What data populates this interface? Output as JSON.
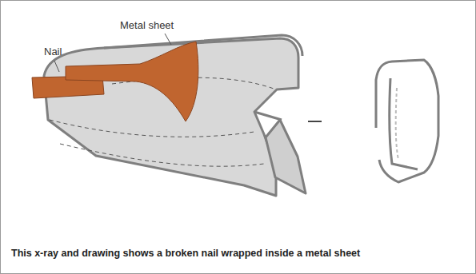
{
  "diagram": {
    "caption": "This x-ray and drawing shows a broken nail wrapped inside a metal sheet",
    "labels": [
      "Metal sheet",
      "Nail"
    ]
  }
}
